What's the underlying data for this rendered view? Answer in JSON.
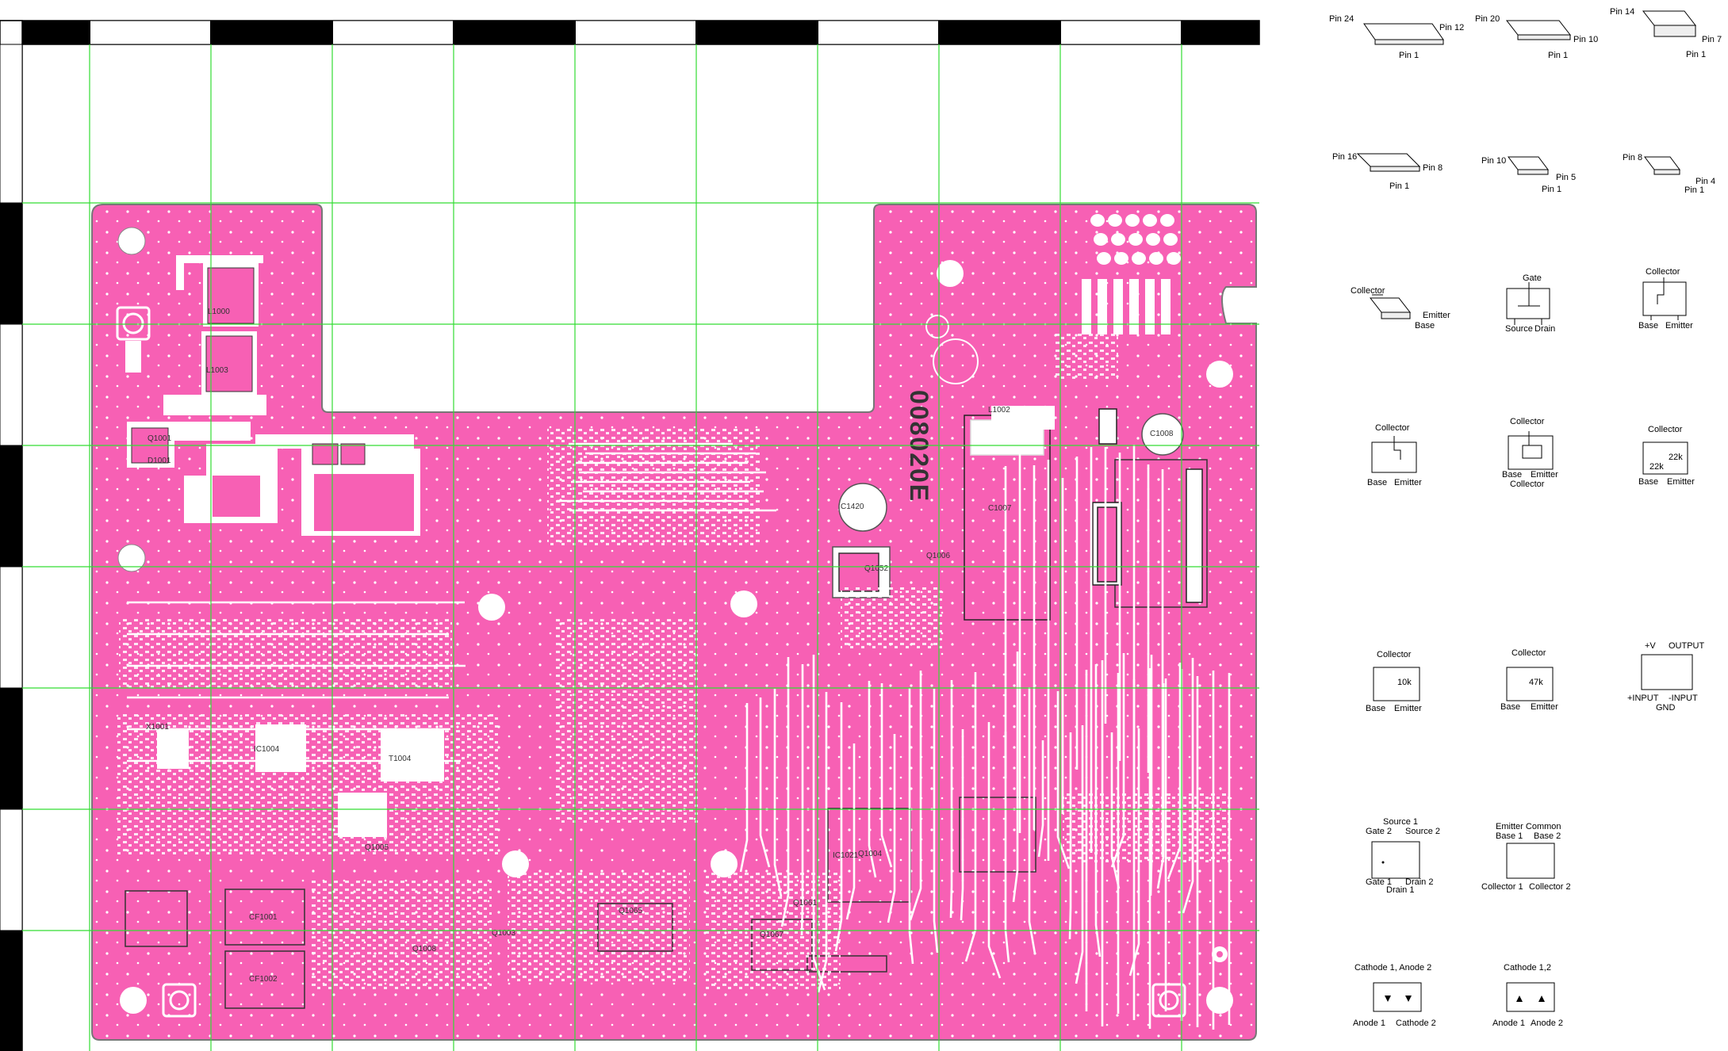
{
  "board": {
    "part_number": "008020E",
    "base_color": "#f760b4",
    "grid_color": "#33dd33",
    "trace_color": "#ffffff"
  },
  "ref_labels": [
    "L1000",
    "L1003",
    "CF1001",
    "CF1002",
    "C1420",
    "C1007",
    "Q1052",
    "Q1067",
    "C1008",
    "Q1006",
    "Q1008",
    "T1004",
    "IC1021",
    "IC1004",
    "X1001",
    "Q1005",
    "Q1003",
    "Q1004",
    "Q1065",
    "Q1061",
    "D1001",
    "Q1001",
    "L1002"
  ],
  "packages": {
    "row1": [
      {
        "pins_top": "Pin 24",
        "pins_right": "Pin 12",
        "pin_one": "Pin 1"
      },
      {
        "pins_top": "Pin 20",
        "pins_right": "Pin 10",
        "pin_one": "Pin 1"
      },
      {
        "pins_top": "Pin 14",
        "pins_right": "Pin 7",
        "pin_one": "Pin 1"
      }
    ],
    "row2": [
      {
        "pins_top": "Pin 16",
        "pins_right": "Pin 8",
        "pin_one": "Pin 1"
      },
      {
        "pins_top": "Pin 10",
        "pins_right": "Pin 5",
        "pin_one": "Pin 1"
      },
      {
        "pins_top": "Pin 8",
        "pins_right": "Pin 4",
        "pin_one": "Pin 1"
      }
    ],
    "row3": {
      "power_transistor": {
        "collector": "Collector",
        "emitter": "Emitter",
        "base": "Base"
      },
      "fet": {
        "gate": "Gate",
        "source": "Source",
        "drain": "Drain"
      },
      "sot": {
        "collector": "Collector",
        "base": "Base",
        "emitter": "Emitter"
      }
    },
    "row4": [
      {
        "top": "Collector",
        "left": "Base",
        "right": "Emitter",
        "bottom": ""
      },
      {
        "top": "Collector",
        "left": "Base",
        "right": "Emitter",
        "bottom": "Collector"
      },
      {
        "top": "Collector",
        "left": "Base",
        "right": "Emitter",
        "r1": "22k",
        "r2": "22k"
      }
    ],
    "row5": [
      {
        "top": "Collector",
        "left": "Base",
        "right": "Emitter",
        "r": "10k"
      },
      {
        "top": "Collector",
        "left": "Base",
        "right": "Emitter",
        "r": "47k"
      },
      {
        "vplus": "+V",
        "output": "OUTPUT",
        "in_plus": "+INPUT",
        "in_minus": "-INPUT",
        "gnd": "GND"
      }
    ],
    "row6": [
      {
        "source1": "Source 1",
        "gate2": "Gate 2",
        "source2": "Source 2",
        "gate1": "Gate 1",
        "drain2": "Drain 2",
        "drain1": "Drain 1"
      },
      {
        "title": "Emitter Common",
        "base1": "Base 1",
        "base2": "Base 2",
        "collector1": "Collector 1",
        "collector2": "Collector 2"
      }
    ],
    "row7": [
      {
        "title": "Cathode 1, Anode 2",
        "left": "Anode 1",
        "right": "Cathode 2"
      },
      {
        "title": "Cathode 1,2",
        "left": "Anode 1",
        "right": "Anode 2"
      }
    ]
  }
}
